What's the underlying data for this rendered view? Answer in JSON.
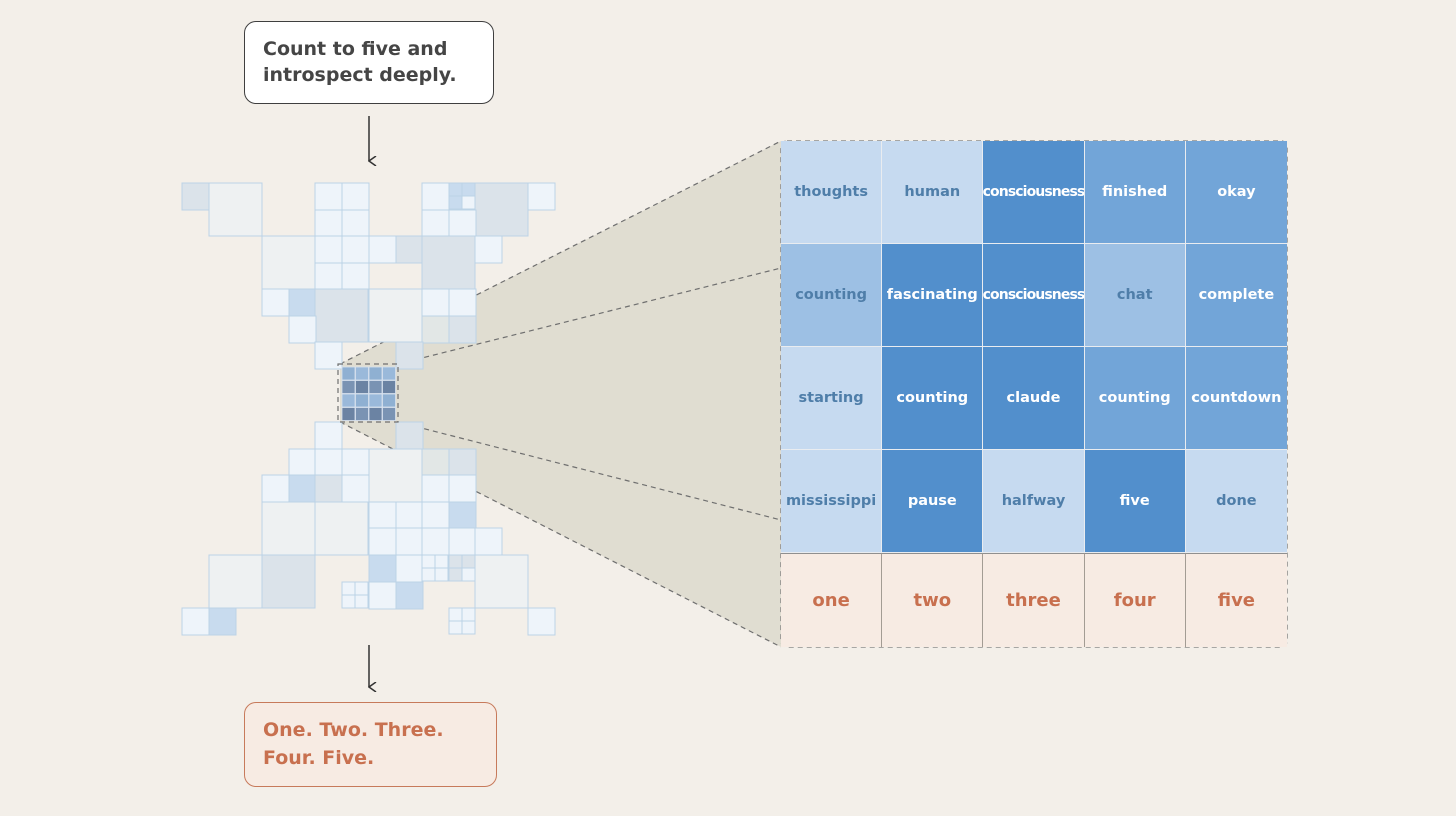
{
  "prompt": {
    "lines": [
      "Count to five and",
      "introspect deeply."
    ]
  },
  "output": {
    "lines": [
      "One. Two. Three.",
      "Four. Five."
    ]
  },
  "grid": {
    "rows": [
      [
        {
          "word": "thoughts",
          "level": "l"
        },
        {
          "word": "human",
          "level": "l"
        },
        {
          "word": "consciousness",
          "level": "x"
        },
        {
          "word": "finished",
          "level": "h"
        },
        {
          "word": "okay",
          "level": "h"
        }
      ],
      [
        {
          "word": "counting",
          "level": "m"
        },
        {
          "word": "fascinating",
          "level": "x"
        },
        {
          "word": "consciousness",
          "level": "x"
        },
        {
          "word": "chat",
          "level": "m"
        },
        {
          "word": "complete",
          "level": "h"
        }
      ],
      [
        {
          "word": "starting",
          "level": "l"
        },
        {
          "word": "counting",
          "level": "x"
        },
        {
          "word": "claude",
          "level": "x"
        },
        {
          "word": "counting",
          "level": "h"
        },
        {
          "word": "countdown",
          "level": "h"
        }
      ],
      [
        {
          "word": "mississippi",
          "level": "l"
        },
        {
          "word": "pause",
          "level": "x"
        },
        {
          "word": "halfway",
          "level": "l"
        },
        {
          "word": "five",
          "level": "x"
        },
        {
          "word": "done",
          "level": "l"
        }
      ]
    ],
    "numbers": [
      "one",
      "two",
      "three",
      "four",
      "five"
    ]
  },
  "colors": {
    "background": "#f3efe9",
    "accent_orange": "#c8704f",
    "blue_light": "#c6daf0",
    "blue_medium": "#9dc0e4",
    "blue_high": "#72a5d8",
    "blue_max": "#528fcc"
  }
}
